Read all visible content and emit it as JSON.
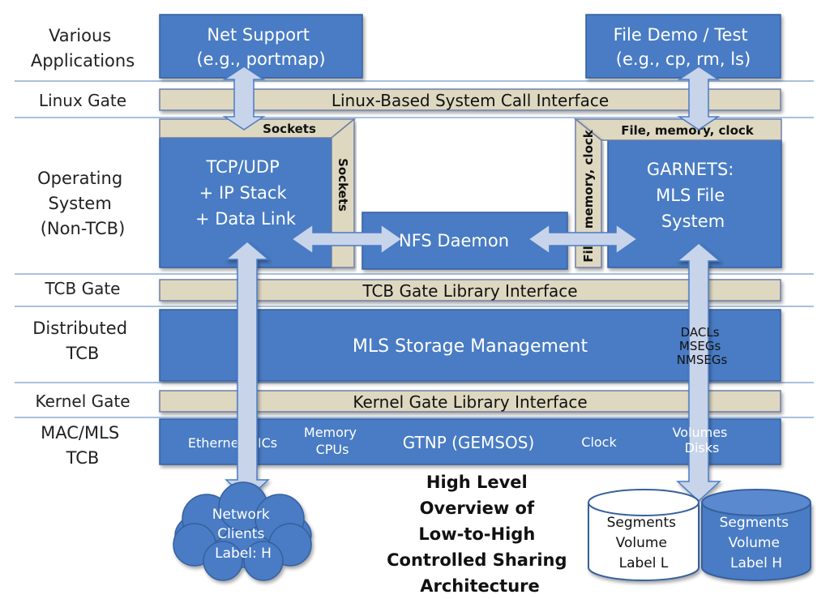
{
  "layers": {
    "applications": [
      "Various",
      "Applications"
    ],
    "linux_gate": "Linux Gate",
    "operating_system": [
      "Operating",
      "System",
      "(Non-TCB)"
    ],
    "tcb_gate": "TCB Gate",
    "distributed_tcb": [
      "Distributed",
      "TCB"
    ],
    "kernel_gate": "Kernel Gate",
    "mac_mls_tcb": [
      "MAC/MLS",
      "TCB"
    ]
  },
  "boxes": {
    "net_support": [
      "Net Support",
      "(e.g., portmap)"
    ],
    "file_demo": [
      "File Demo / Test",
      "(e.g., cp, rm, ls)"
    ],
    "linux_interface": "Linux-Based System Call Interface",
    "sockets_top": "Sockets",
    "sockets_side": "Sockets",
    "tcp_stack": [
      "TCP/UDP",
      "+ IP Stack",
      "+ Data Link"
    ],
    "nfs_daemon": "NFS Daemon",
    "fmc_top": "File, memory, clock",
    "fmc_side": "File, memory, clock",
    "garnets": [
      "GARNETS:",
      "MLS File",
      "System"
    ],
    "tcb_interface": "TCB Gate Library Interface",
    "mls_storage": "MLS Storage Management",
    "dacls": [
      "DACLs",
      "MSEGs",
      "NMSEGs"
    ],
    "kernel_interface": "Kernel Gate Library Interface",
    "ethernet": "Ethernet NICs",
    "memory_cpus": [
      "Memory",
      "CPUs"
    ],
    "gtnp": "GTNP (GEMSOS)",
    "clock": "Clock",
    "volumes": [
      "Volumes",
      "Disks"
    ]
  },
  "bottom": {
    "network_clients": [
      "Network",
      "Clients",
      "Label: H"
    ],
    "caption": [
      "High Level",
      "Overview of",
      "Low-to-High",
      "Controlled Sharing",
      "Architecture"
    ],
    "volume_l": [
      "Segments",
      "Volume",
      "Label L"
    ],
    "volume_h": [
      "Segments",
      "Volume",
      "Label H"
    ]
  },
  "colors": {
    "blue": "#4a7bc4",
    "beige": "#ded8c0",
    "arrow": "#c7d4ea",
    "divider": "#a8c0e0"
  }
}
